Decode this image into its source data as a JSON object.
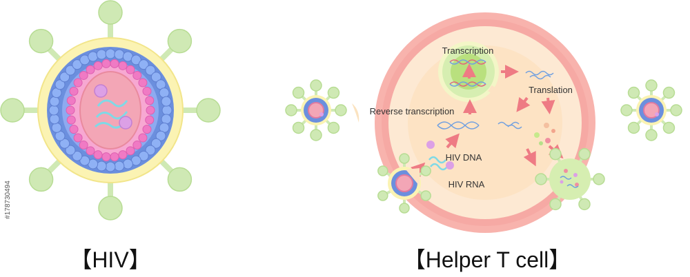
{
  "labels": {
    "transcription": "Transcription",
    "translation": "Translation",
    "reverse_transcription": "Reverse transcription",
    "hiv_dna": "HIV DNA",
    "hiv_rna": "HIV RNA"
  },
  "titles": {
    "hiv": "【HIV】",
    "helper_t_cell": "【Helper T cell】"
  },
  "side_id": "#178730494",
  "colors": {
    "spike_green": "#cfe9b4",
    "envelope_yellow": "#fbf3b3",
    "capsid_blue": "#6b8fde",
    "core_pink": "#f3a6b6",
    "cell_outer": "#f6a9a4",
    "cell_inner": "#fde3c4",
    "nucleus_green": "#d6eeb1",
    "arrow_red": "#ee7b84"
  }
}
